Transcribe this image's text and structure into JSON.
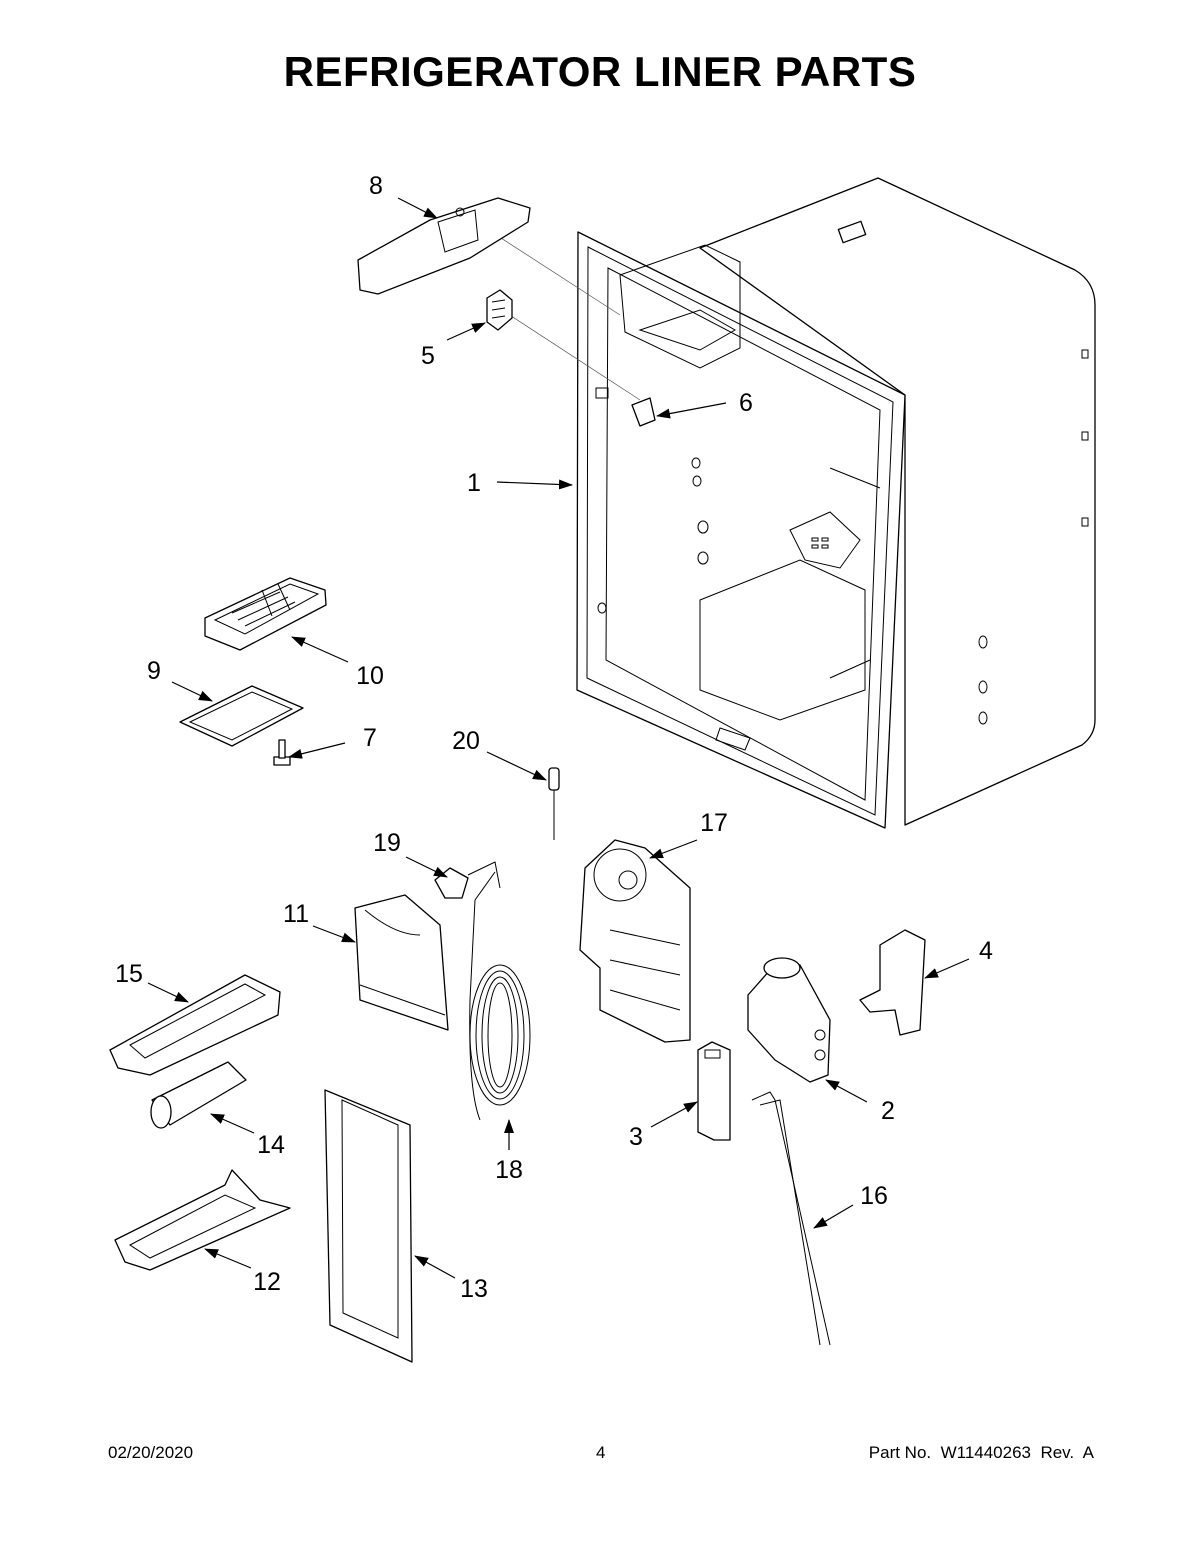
{
  "page": {
    "title": "REFRIGERATOR LINER PARTS",
    "footer": {
      "date": "02/20/2020",
      "page_number": "4",
      "part_number": "Part No.  W11440263  Rev.  A"
    }
  },
  "callouts": [
    "1",
    "2",
    "3",
    "4",
    "5",
    "6",
    "7",
    "8",
    "9",
    "10",
    "11",
    "12",
    "13",
    "14",
    "15",
    "16",
    "17",
    "18",
    "19",
    "20"
  ]
}
